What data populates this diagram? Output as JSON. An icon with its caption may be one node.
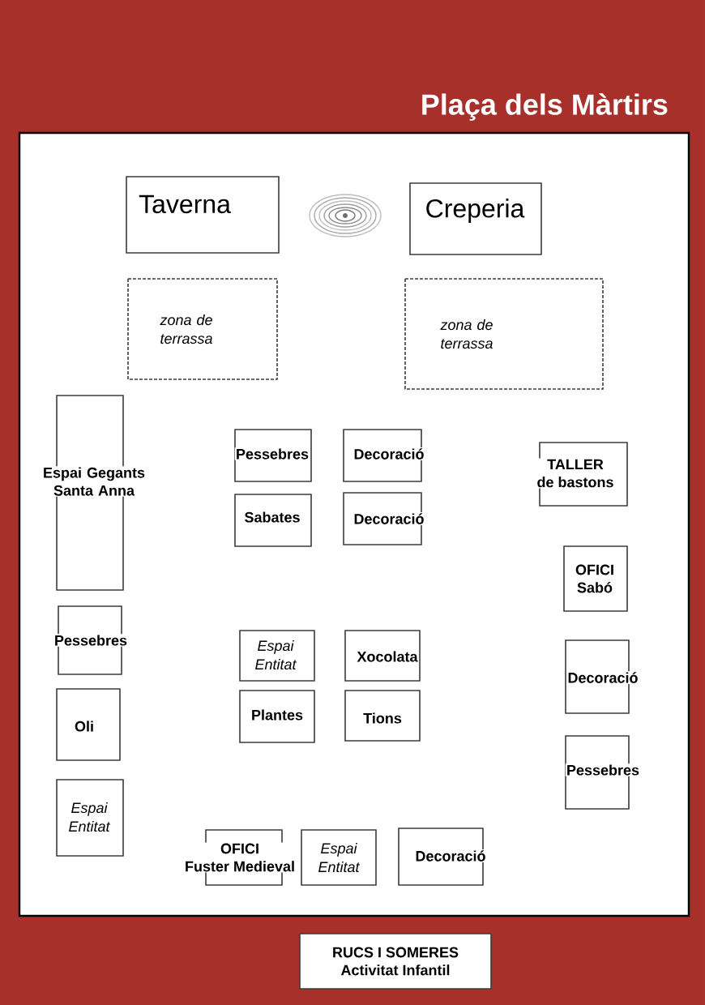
{
  "diagram": {
    "title": "Plaça dels Màrtirs",
    "nodes": [
      {
        "text": [],
        "shape": "box"
      },
      {
        "text": [
          "Taverna"
        ],
        "in": 0
      },
      {
        "text": [
          "Creperia"
        ],
        "in": 0
      },
      {
        "text": [
          "zona de terrassa"
        ],
        "in": 0
      },
      {
        "text": [
          "zona de terrassa"
        ],
        "in": 0
      },
      {
        "text": [
          "Espai Gegants Santa Anna"
        ],
        "in": 0
      },
      {
        "text": [
          "Pessebres"
        ],
        "in": 0
      },
      {
        "text": [
          "Decoració"
        ],
        "in": 0
      },
      {
        "text": [
          "TALLER",
          "de bastons"
        ],
        "in": 0
      },
      {
        "text": [
          "Sabates"
        ],
        "in": 0
      },
      {
        "text": [
          "Decoració"
        ],
        "in": 0
      },
      {
        "text": [
          "OFICI",
          "Sabó"
        ],
        "in": 0
      },
      {
        "text": [
          "Pessebres"
        ],
        "in": 0
      },
      {
        "text": [
          "Espai Entitat"
        ],
        "in": 0
      },
      {
        "text": [
          "Xocolata"
        ],
        "in": 0
      },
      {
        "text": [
          "Decoració"
        ],
        "in": 0
      },
      {
        "text": [
          "Oli"
        ],
        "in": 0
      },
      {
        "text": [
          "Plantes"
        ],
        "in": 0
      },
      {
        "text": [
          "Tions"
        ],
        "in": 0
      },
      {
        "text": [
          "Pessebres"
        ],
        "in": 0
      },
      {
        "text": [
          "Espai Entitat"
        ],
        "in": 0
      },
      {
        "text": [
          "OFICI",
          "Fuster Medieval"
        ],
        "in": 0
      },
      {
        "text": [
          "Espai Entitat"
        ],
        "in": 0
      },
      {
        "text": [
          "Decoració"
        ],
        "in": 0
      },
      {
        "text": [
          "RUCS I SOMERES",
          "Activitat Infantil"
        ]
      }
    ]
  }
}
